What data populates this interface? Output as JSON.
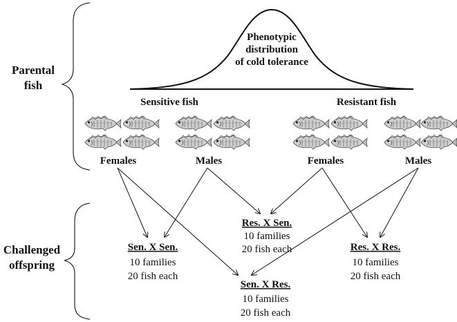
{
  "side_labels": {
    "parental": [
      "Parental",
      "fish"
    ],
    "offspring": [
      "Challenged",
      "offspring"
    ]
  },
  "curve_title": [
    "Phenotypic",
    "distribution",
    "of cold tolerance"
  ],
  "groups": {
    "sensitive": "Sensitive fish",
    "resistant": "Resistant fish"
  },
  "sex_labels": {
    "sens_females": "Females",
    "sens_males": "Males",
    "res_females": "Females",
    "res_males": "Males"
  },
  "crosses": {
    "res_x_sen": {
      "title": "Res. X Sen.",
      "families": "10 families",
      "fish": "20 fish each"
    },
    "sen_x_sen": {
      "title": "Sen. X Sen.",
      "families": "10 families",
      "fish": "20 fish each"
    },
    "res_x_res": {
      "title": "Res. X Res.",
      "families": "10 families",
      "fish": "20 fish each"
    },
    "sen_x_res": {
      "title": "Sen. X Res.",
      "families": "10 families",
      "fish": "20 fish each"
    }
  },
  "fish_icon": "tilapia-fish-icon",
  "colors": {
    "ink": "#111111",
    "fish_light": "#c9c9c9",
    "fish_dark": "#555555"
  }
}
